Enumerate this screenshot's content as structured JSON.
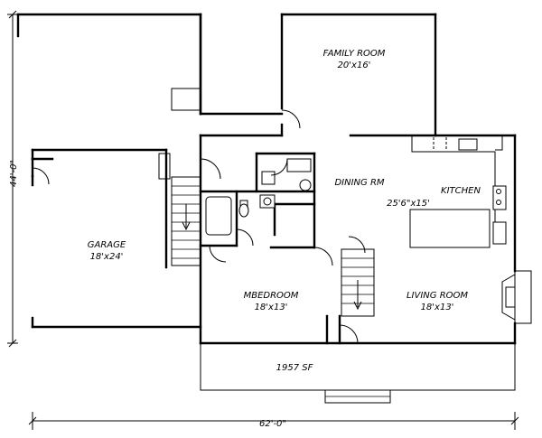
{
  "rooms": {
    "family_room": {
      "name": "FAMILY ROOM",
      "size": "20'x16'"
    },
    "dining": {
      "name": "DINING RM"
    },
    "kitchen": {
      "name": "KITCHEN"
    },
    "kitchen_size": {
      "size": "25'6\"x15'"
    },
    "garage": {
      "name": "GARAGE",
      "size": "18'x24'"
    },
    "bedroom": {
      "name": "MBEDROOM",
      "size": "18'x13'"
    },
    "living": {
      "name": "LIVING ROOM",
      "size": "18'x13'"
    }
  },
  "porch": {
    "area": "1957 SF"
  },
  "dimensions": {
    "width": "62'-0\"",
    "depth": "44'-0\""
  }
}
